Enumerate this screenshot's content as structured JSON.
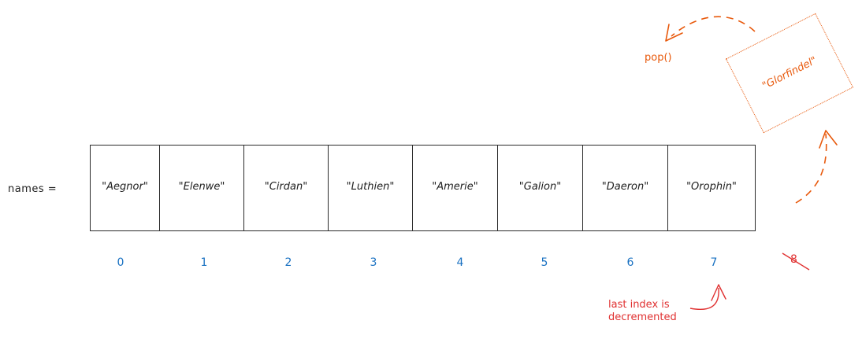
{
  "variable_label": "names =",
  "array": {
    "items": [
      "\"Aegnor\"",
      "\"Elenwe\"",
      "\"Cirdan\"",
      "\"Luthien\"",
      "\"Amerie\"",
      "\"Galion\"",
      "\"Daeron\"",
      "\"Orophin\""
    ],
    "indices": [
      "0",
      "1",
      "2",
      "3",
      "4",
      "5",
      "6",
      "7"
    ]
  },
  "removed_index": "8",
  "popped_item": "\"Glorfindel\"",
  "operation_label": "pop()",
  "annotation": {
    "line1": "last index is",
    "line2": "decremented"
  },
  "colors": {
    "stroke": "#2b2b2b",
    "index": "#1971c2",
    "pop": "#e8590c",
    "annotation": "#e03131"
  }
}
